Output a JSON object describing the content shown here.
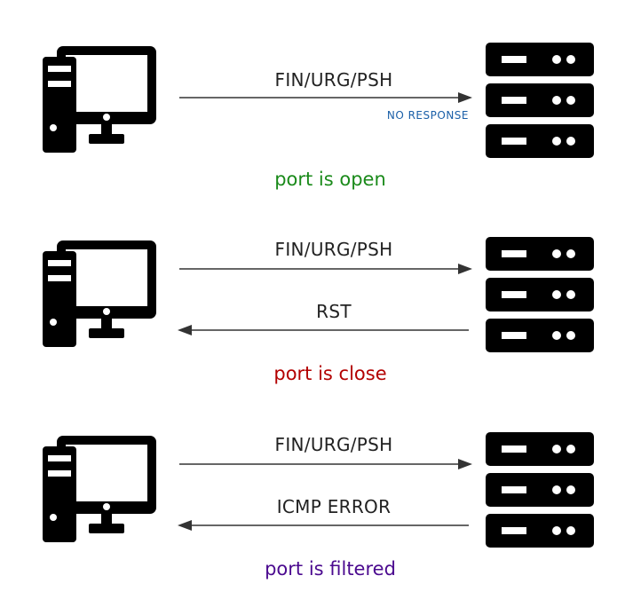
{
  "scenarios": [
    {
      "request": "FIN/URG/PSH",
      "note": "NO RESPONSE",
      "response": "",
      "result": "port is open",
      "result_color": "#1a8a1a"
    },
    {
      "request": "FIN/URG/PSH",
      "note": "",
      "response": "RST",
      "result": "port is close",
      "result_color": "#b30000"
    },
    {
      "request": "FIN/URG/PSH",
      "note": "",
      "response": "ICMP ERROR",
      "result": "port is filtered",
      "result_color": "#4b0a8f"
    }
  ],
  "icons": {
    "client": "desktop-computer-icon",
    "server": "server-rack-icon"
  },
  "colors": {
    "icon": "#000000",
    "arrow": "#333333",
    "note": "#1a5fa8"
  }
}
